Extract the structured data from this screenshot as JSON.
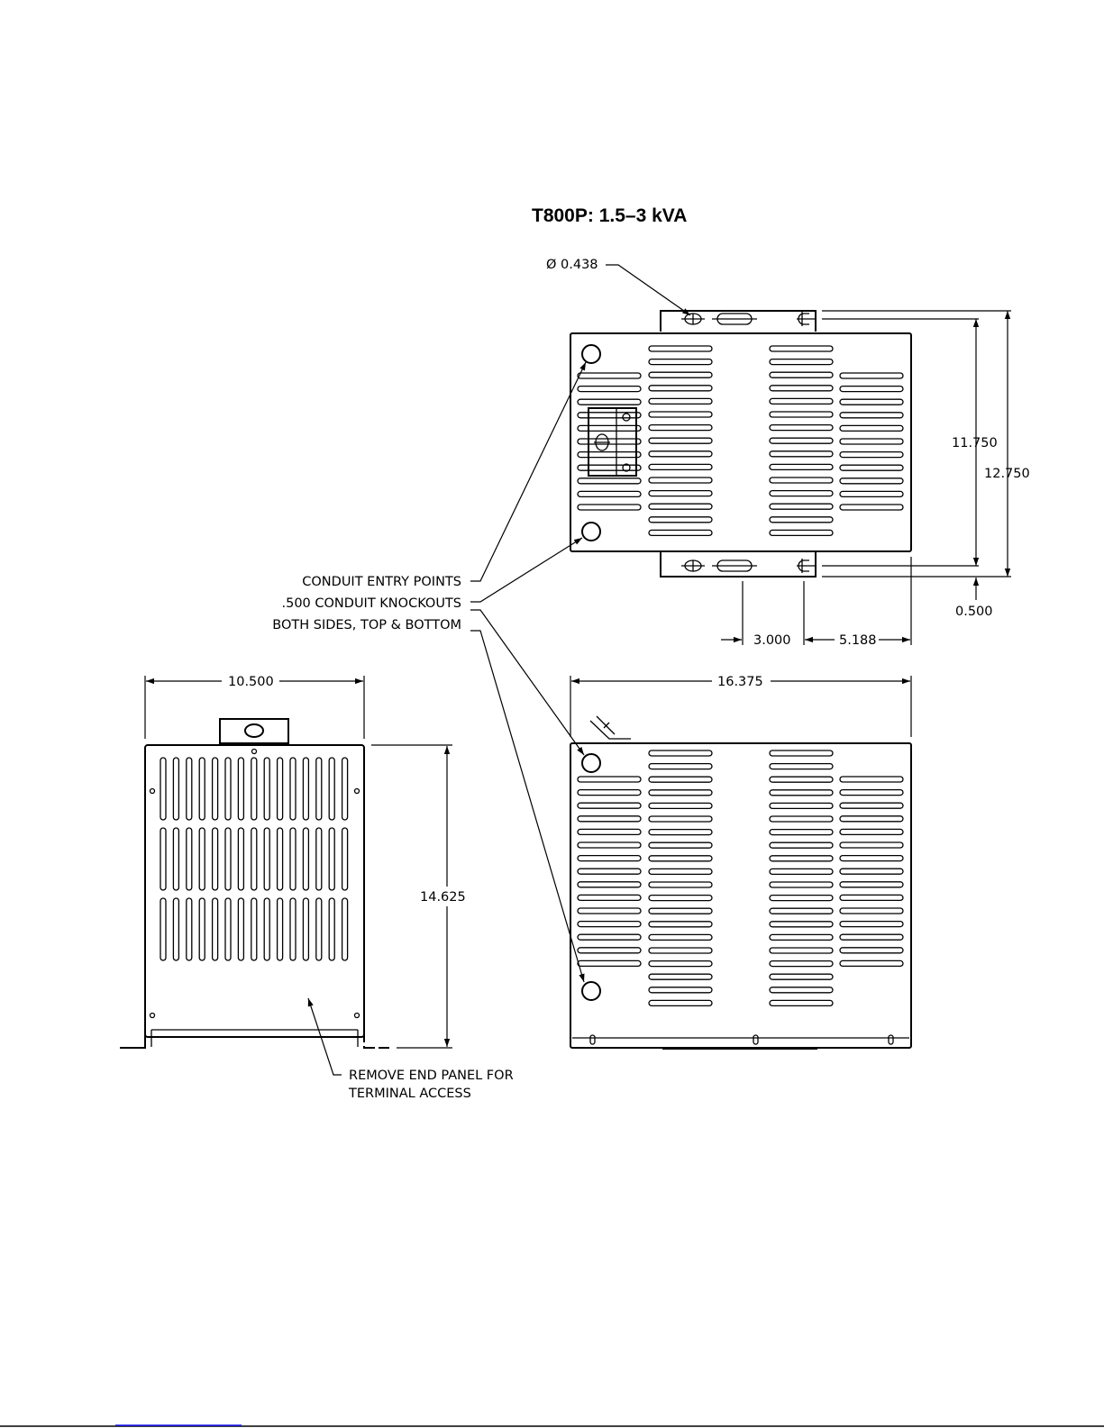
{
  "title": "T800P: 1.5–3 kVA",
  "hole_diameter": "Ø 0.438",
  "dimensions": {
    "depth_inner": "11.750",
    "depth_outer": "12.750",
    "foot_offset": "0.500",
    "hole_spacing_a": "3.000",
    "hole_spacing_b": "5.188",
    "width_front": "10.500",
    "length_side": "16.375",
    "height": "14.625"
  },
  "notes": {
    "conduit": [
      "CONDUIT ENTRY POINTS",
      ".500 CONDUIT KNOCKOUTS",
      "BOTH SIDES, TOP & BOTTOM"
    ],
    "end_panel": [
      "REMOVE END PANEL FOR",
      "TERMINAL ACCESS"
    ]
  },
  "colors": {
    "ink": "#000000",
    "paper": "#ffffff",
    "footer_rule": "#1a1aff"
  }
}
